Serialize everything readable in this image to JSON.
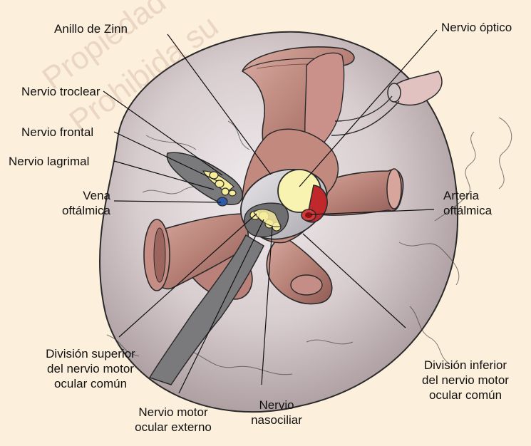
{
  "watermark": {
    "line1": "Propiedad",
    "line2": "Prohibida su"
  },
  "labels": {
    "anillo_zinn": "Anillo de Zinn",
    "nervio_optico": "Nervio óptico",
    "nervio_troclear": "Nervio troclear",
    "nervio_frontal": "Nervio frontal",
    "nervio_lagrimal": "Nervio lagrimal",
    "vena_oftalmica": [
      "Vena",
      "oftálmica"
    ],
    "arteria_oftalmica": [
      "Arteria",
      "oftálmica"
    ],
    "division_superior": [
      "División superior",
      "del nervio motor",
      "ocular común"
    ],
    "division_inferior": [
      "División inferior",
      "del nervio motor",
      "ocular común"
    ],
    "nervio_motor_externo": [
      "Nervio motor",
      "ocular externo"
    ],
    "nervio_nasociliar": [
      "Nervio",
      "nasociliar"
    ]
  },
  "colors": {
    "background": "#fcefdc",
    "globe": "#cdbfc0",
    "muscle": "#b8847c",
    "muscle_dark": "#8c5a52",
    "nerve_gray": "#7d7d7f",
    "nerve_yellow": "#f6ec9c",
    "optic_nerve": "#f8f3b0",
    "artery": "#c0282c",
    "vein": "#2f5aa8",
    "leader": "#111111"
  }
}
